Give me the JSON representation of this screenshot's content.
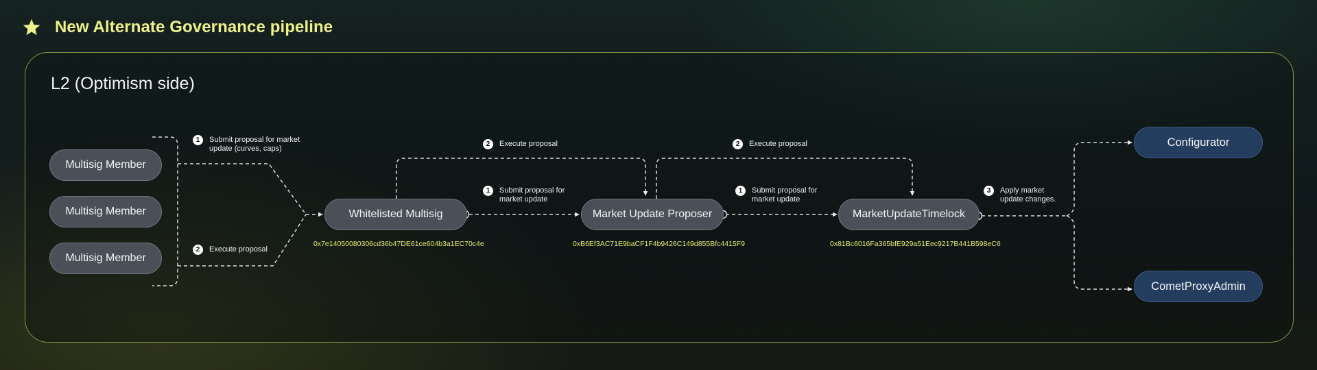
{
  "header": {
    "title": "New Alternate Governance pipeline",
    "icon": "star-icon"
  },
  "panel": {
    "title": "L2 (Optimism side)"
  },
  "nodes": {
    "member1": "Multisig Member",
    "member2": "Multisig Member",
    "member3": "Multisig Member",
    "whitelisted": "Whitelisted Multisig",
    "proposer": "Market Update Proposer",
    "timelock": "MarketUpdateTimelock",
    "configurator": "Configurator",
    "proxyadmin": "CometProxyAdmin"
  },
  "addresses": {
    "whitelisted": "0x7e14050080306cd36b47DE61ce604b3a1EC70c4e",
    "proposer": "0xB6Ef3AC71E9baCF1F4b9426C149d855Bfc4415F9",
    "timelock": "0x81Bc6016Fa365bfE929a51Eec9217B441B598eC6"
  },
  "steps": {
    "s1": {
      "num": "1",
      "text": "Submit proposal for market update (curves, caps)"
    },
    "s2": {
      "num": "2",
      "text": "Execute proposal"
    },
    "s3": {
      "num": "1",
      "text": "Submit proposal for market update"
    },
    "s4": {
      "num": "2",
      "text": "Execute proposal"
    },
    "s5": {
      "num": "1",
      "text": "Submit proposal for market update"
    },
    "s6": {
      "num": "2",
      "text": "Execute proposal"
    },
    "s7": {
      "num": "3",
      "text": "Apply market update changes."
    }
  },
  "colors": {
    "title": "#eef08a",
    "address": "#e4ea72",
    "panel_border": "#8a9845",
    "node_gray": "#4a5057",
    "node_blue": "#243d5e"
  }
}
